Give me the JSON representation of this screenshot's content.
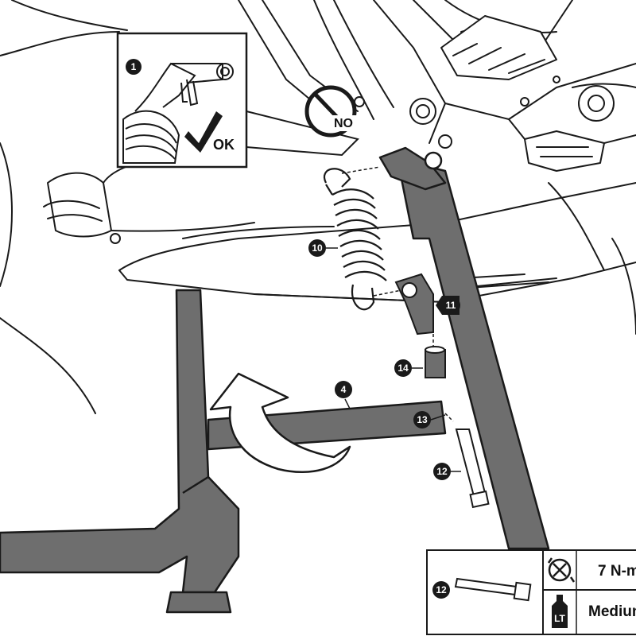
{
  "callouts": {
    "inset_detail": "1",
    "spring": "10",
    "bracket": "11",
    "spacer": "14",
    "stand_arm": "4",
    "washer": "13",
    "bolt": "12"
  },
  "inset": {
    "no_label": "NO",
    "ok_label": "OK"
  },
  "spec_table": {
    "part_number": "12",
    "torque_value": "7 N-m",
    "threadlock_value": "Medium",
    "threadlock_badge": "LT"
  },
  "colors": {
    "line": "#1a1a1a",
    "part_fill": "#6e6e6e",
    "paper": "#ffffff",
    "arrow_fill": "#ffffff"
  },
  "icons": [
    "no-sign-icon",
    "checkmark-icon",
    "torque-wrench-icon",
    "threadlock-bottle-icon",
    "rotation-arrow-icon"
  ]
}
